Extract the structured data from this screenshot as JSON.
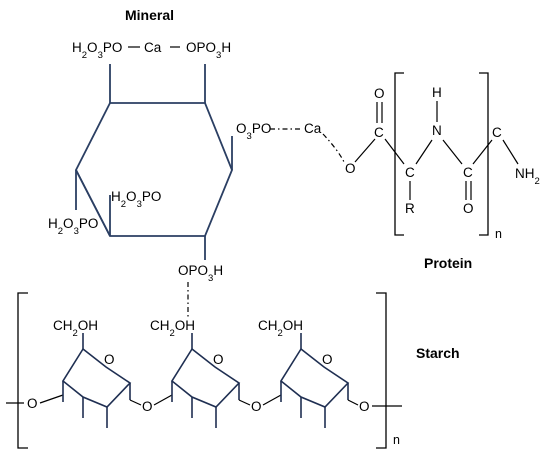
{
  "titles": {
    "mineral": "Mineral",
    "protein": "Protein",
    "starch": "Starch"
  },
  "mineral": {
    "top_left": "H2O3PO",
    "top_ca": "Ca",
    "top_right": "OPO3H",
    "right_group": "O3PO",
    "right_ca": "Ca",
    "left_upper": "H2O3PO",
    "left_lower": "H2O3PO",
    "bottom_group": "OPO3H"
  },
  "protein": {
    "carbonyl_o": "O",
    "carbonyl_c": "C",
    "linker_o": "O",
    "h": "H",
    "n": "N",
    "c_alpha": "C",
    "r": "R",
    "c2": "C",
    "o2": "O",
    "c_end": "C",
    "nh2": "NH2",
    "n_sub": "n"
  },
  "starch": {
    "ch2oh": "CH2OH",
    "ring_o": "O",
    "link_o": "O",
    "n_sub": "n"
  },
  "colors": {
    "ring": "#2b3f63",
    "bond": "#000000"
  }
}
